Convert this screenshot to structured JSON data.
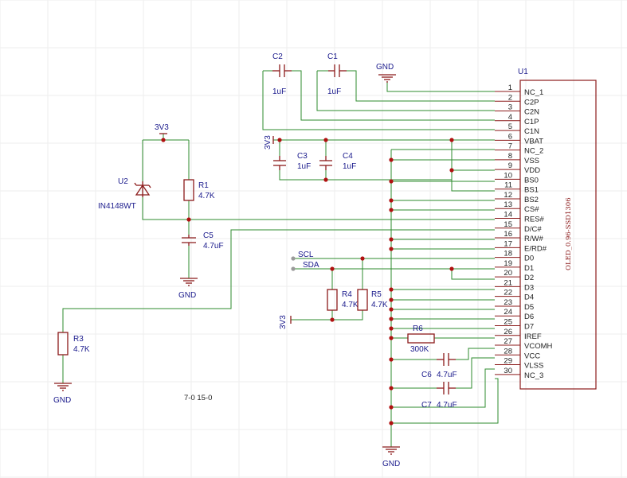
{
  "u1": {
    "ref": "U1",
    "part": "OLED_0.96-SSD1306",
    "pins": [
      {
        "num": "1",
        "name": "NC_1"
      },
      {
        "num": "2",
        "name": "C2P"
      },
      {
        "num": "3",
        "name": "C2N"
      },
      {
        "num": "4",
        "name": "C1P"
      },
      {
        "num": "5",
        "name": "C1N"
      },
      {
        "num": "6",
        "name": "VBAT"
      },
      {
        "num": "7",
        "name": "NC_2"
      },
      {
        "num": "8",
        "name": "VSS"
      },
      {
        "num": "9",
        "name": "VDD"
      },
      {
        "num": "10",
        "name": "BS0"
      },
      {
        "num": "11",
        "name": "BS1"
      },
      {
        "num": "12",
        "name": "BS2"
      },
      {
        "num": "13",
        "name": "CS#"
      },
      {
        "num": "14",
        "name": "RES#"
      },
      {
        "num": "15",
        "name": "D/C#"
      },
      {
        "num": "16",
        "name": "R/W#"
      },
      {
        "num": "17",
        "name": "E/RD#"
      },
      {
        "num": "18",
        "name": "D0"
      },
      {
        "num": "19",
        "name": "D1"
      },
      {
        "num": "20",
        "name": "D2"
      },
      {
        "num": "21",
        "name": "D3"
      },
      {
        "num": "22",
        "name": "D4"
      },
      {
        "num": "23",
        "name": "D5"
      },
      {
        "num": "24",
        "name": "D6"
      },
      {
        "num": "25",
        "name": "D7"
      },
      {
        "num": "26",
        "name": "IREF"
      },
      {
        "num": "27",
        "name": "VCOMH"
      },
      {
        "num": "28",
        "name": "VCC"
      },
      {
        "num": "29",
        "name": "VLSS"
      },
      {
        "num": "30",
        "name": "NC_3"
      }
    ]
  },
  "parts": {
    "c1": {
      "ref": "C1",
      "value": "1uF"
    },
    "c2": {
      "ref": "C2",
      "value": "1uF"
    },
    "c3": {
      "ref": "C3",
      "value": "1uF"
    },
    "c4": {
      "ref": "C4",
      "value": "1uF"
    },
    "c5": {
      "ref": "C5",
      "value": "4.7uF"
    },
    "c6": {
      "ref": "C6",
      "value": "4.7uF"
    },
    "c7": {
      "ref": "C7",
      "value": "4.7uF"
    },
    "r1": {
      "ref": "R1",
      "value": "4.7K"
    },
    "r3": {
      "ref": "R3",
      "value": "4.7K"
    },
    "r4": {
      "ref": "R4",
      "value": "4.7K"
    },
    "r5": {
      "ref": "R5",
      "value": "4.7K"
    },
    "r6": {
      "ref": "R6",
      "value": "300K"
    },
    "u2": {
      "ref": "U2",
      "value": "IN4148WT"
    }
  },
  "nets": {
    "v3v3": "3V3",
    "gnd": "GND",
    "scl": "SCL",
    "sda": "SDA"
  },
  "misc_text": "7-0  15-0",
  "colors": {
    "wire": "#2e8b2e",
    "component": "#8b1a1a",
    "junction": "#b01010",
    "label": "#1a1a8c",
    "grid": "#eeeeee"
  }
}
